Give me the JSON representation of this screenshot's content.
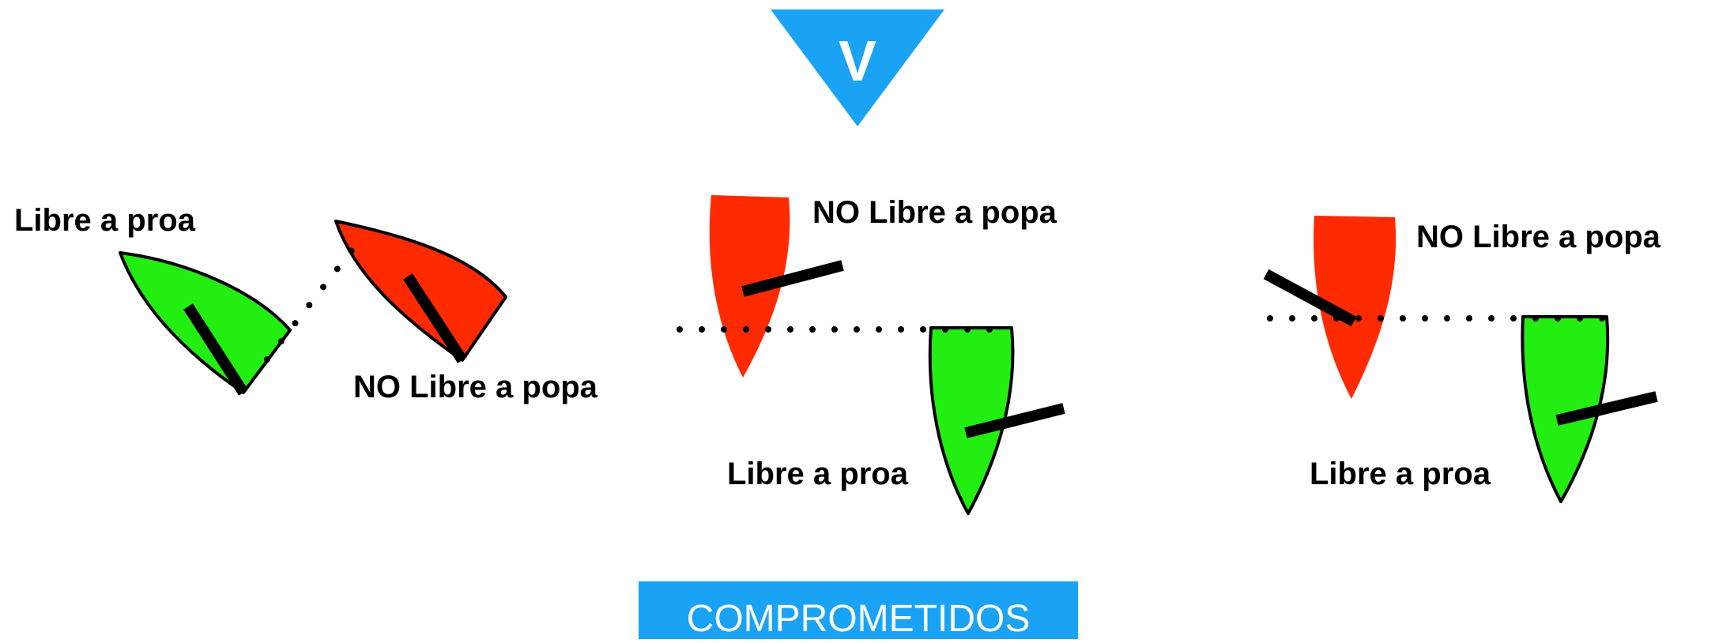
{
  "wind_indicator": {
    "letter": "V",
    "color": "#1aa3f5"
  },
  "colors": {
    "clear_ahead_boat": "#22ee11",
    "not_clear_astern_boat": "#ff2a00",
    "outline": "#000000",
    "boom": "#000000",
    "overlap_line": "#000000"
  },
  "scenarios": [
    {
      "clear_ahead_label": "Libre a proa",
      "clear_astern_label": "NO Libre a popa"
    },
    {
      "clear_astern_label": "NO Libre a popa",
      "clear_ahead_label": "Libre a proa"
    },
    {
      "clear_astern_label": "NO Libre a popa",
      "clear_ahead_label": "Libre a proa"
    }
  ],
  "banner": {
    "label": "COMPROMETIDOS",
    "color": "#1aa3f5"
  }
}
